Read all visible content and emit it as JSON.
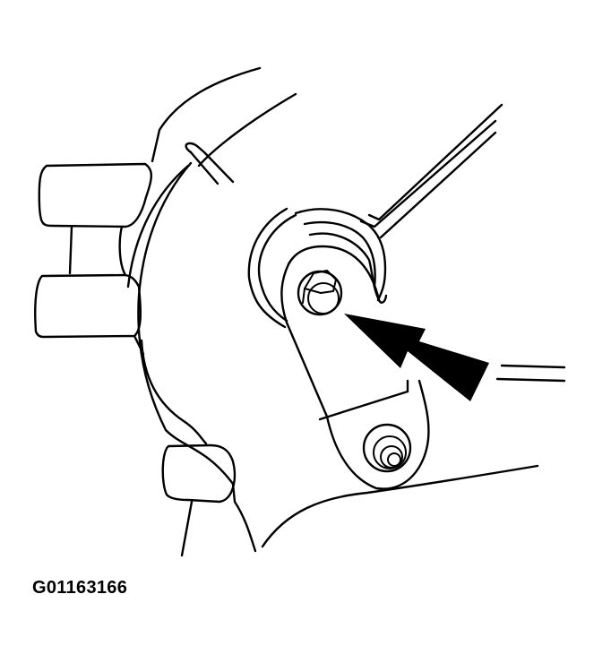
{
  "figure": {
    "id_label": "G01163166",
    "description": "Technical line drawing: lever arm bolt location on housing, indicated by arrow",
    "colors": {
      "line": "#000000",
      "background": "#ffffff",
      "arrow": "#000000"
    }
  },
  "callouts": [
    {
      "name": "arrow",
      "points_to": "bolt"
    }
  ]
}
